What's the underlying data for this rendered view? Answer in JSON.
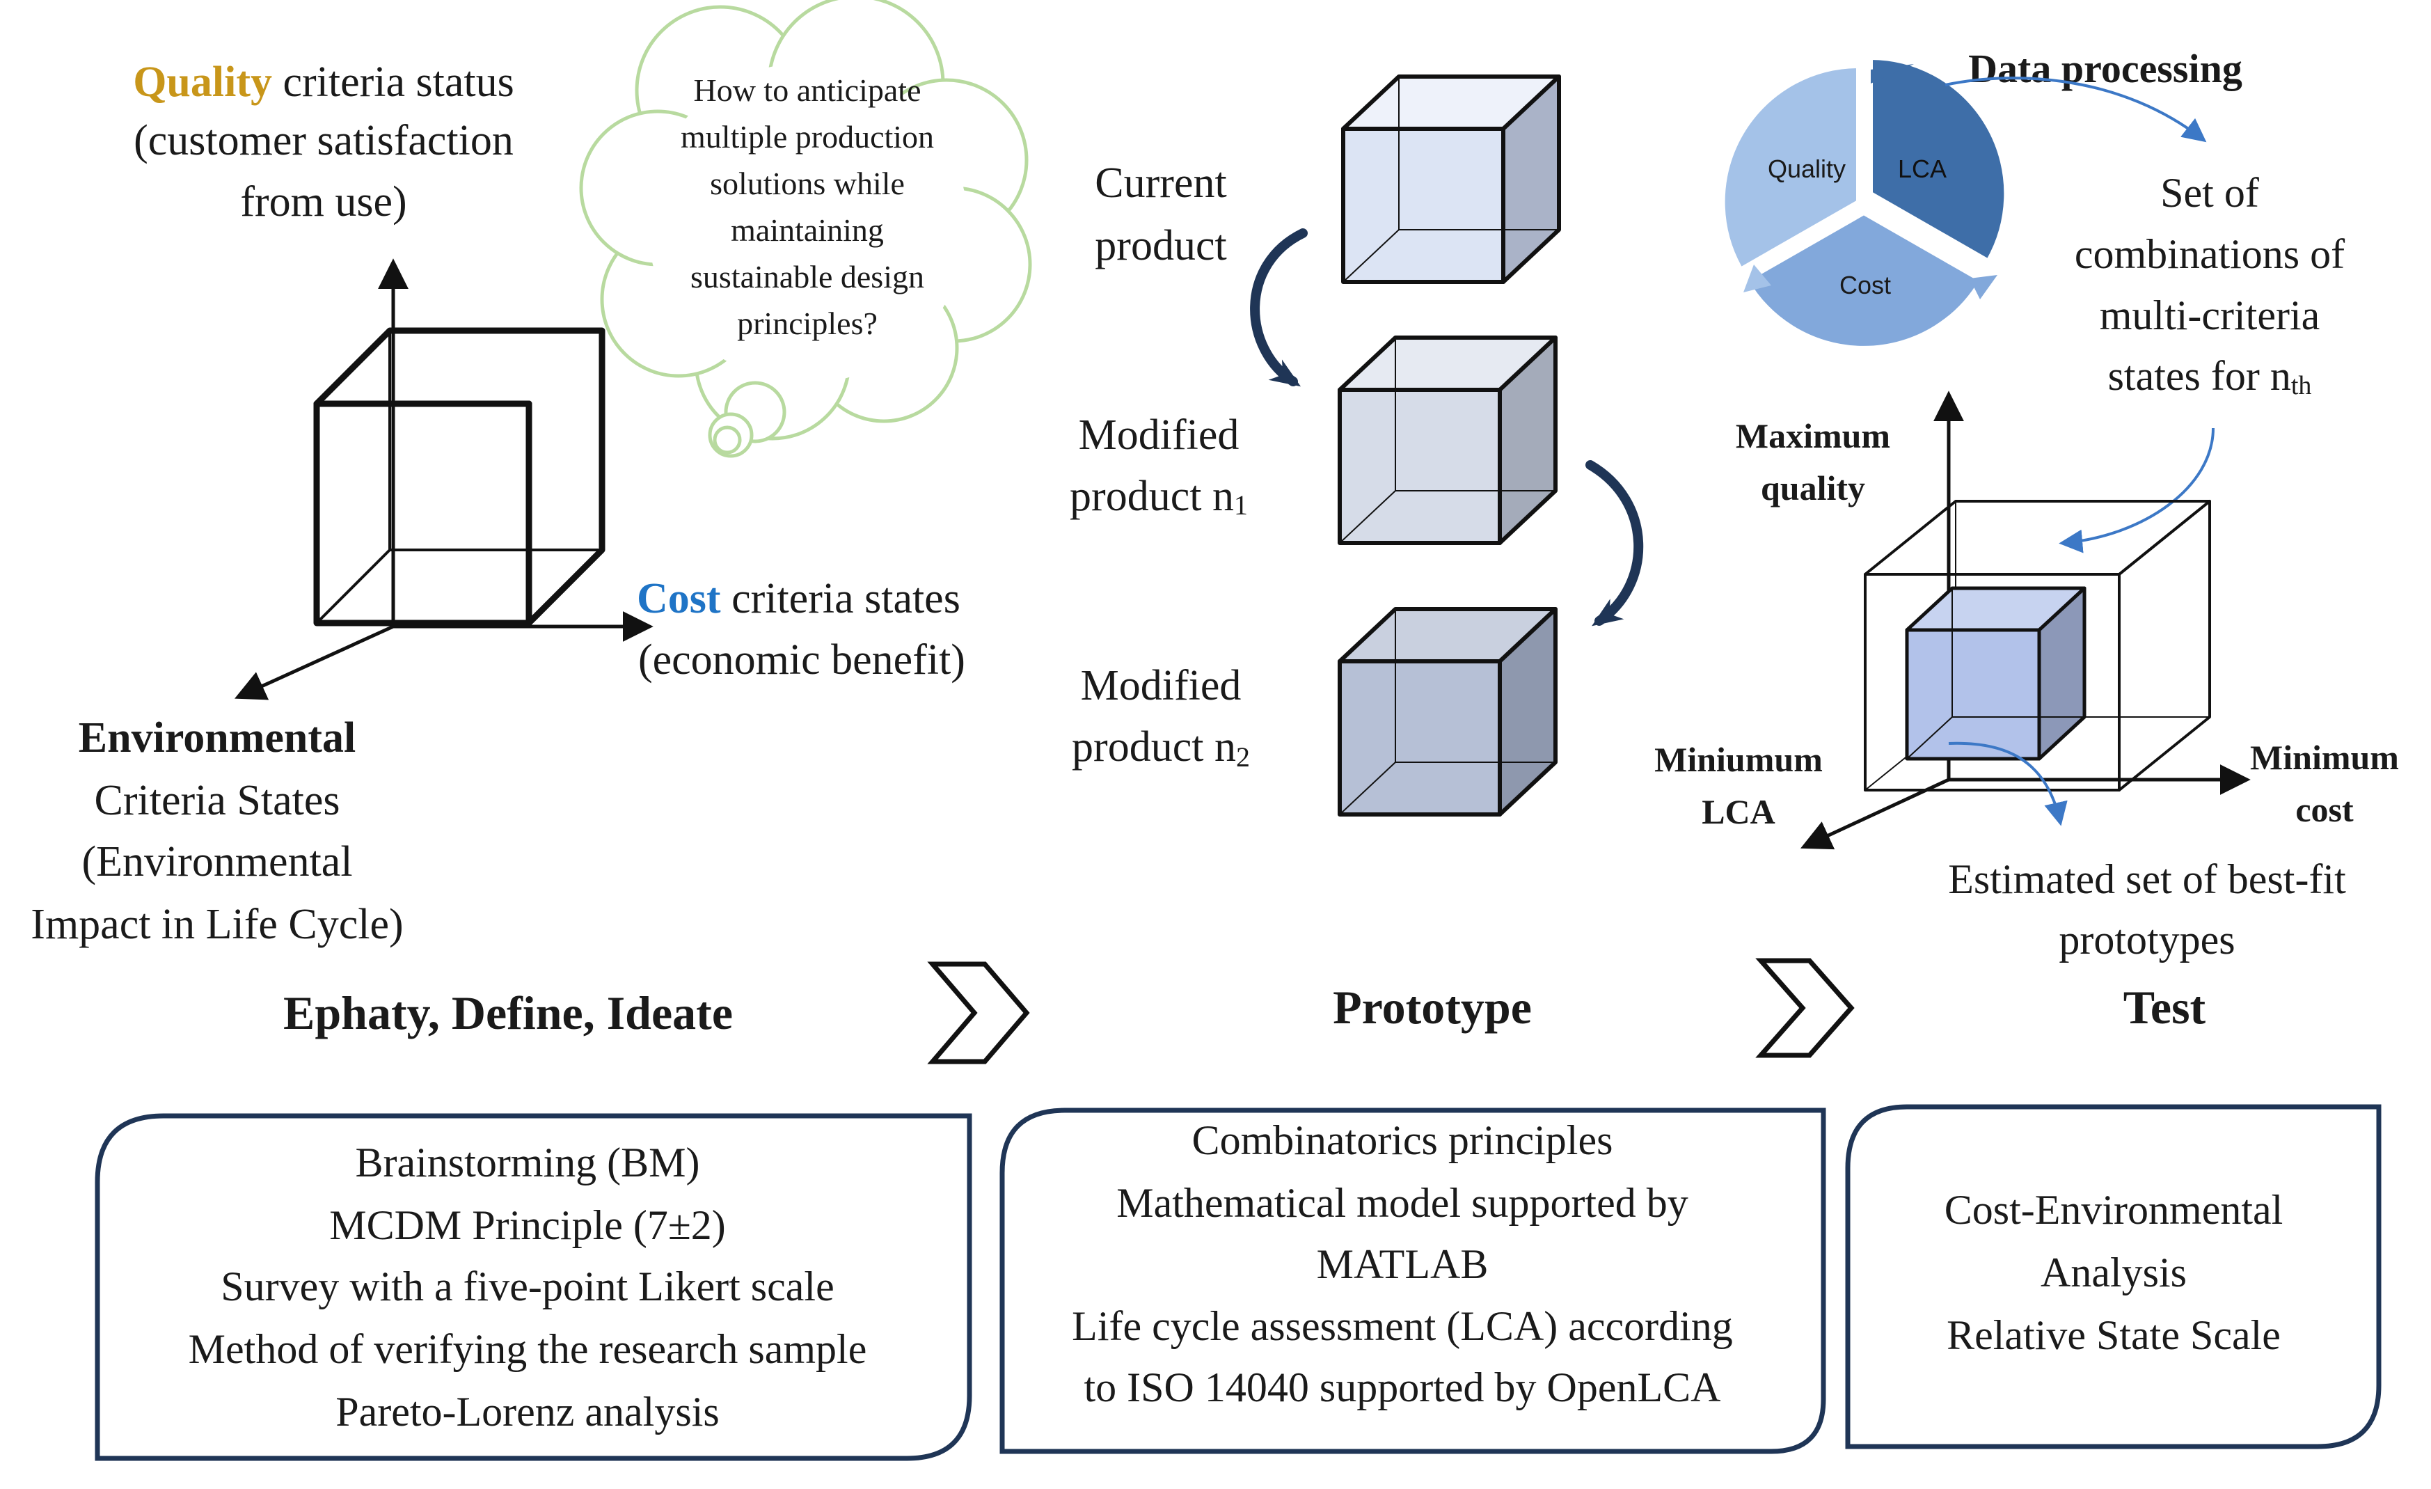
{
  "colors": {
    "quality": "#C8961A",
    "cost": "#1F74C6",
    "environmental": "#6FB244",
    "cloud_outline": "#B8DA9F",
    "box_border": "#1F3556",
    "cube_light": "#DCE4F3",
    "cube_mid": "#C7D1E6",
    "cube_dark": "#A9B7CF",
    "pie_light": "#9DBDE6",
    "pie_mid": "#7FA6DA",
    "pie_dark": "#3E6EA8"
  },
  "ideate": {
    "quality_word": "Quality",
    "quality_rest": " criteria status",
    "quality_line2": "(customer satisfaction",
    "quality_line3": "from use)",
    "cost_word": "Cost",
    "cost_rest": " criteria states",
    "cost_line2": "(economic benefit)",
    "env_word": "Environmental",
    "env_line2": "Criteria States",
    "env_line3": "(Environmental",
    "env_line4": "Impact in Life Cycle)",
    "thought_lines": [
      "How to anticipate",
      "multiple production",
      "solutions while",
      "maintaining",
      "sustainable design",
      "principles?"
    ]
  },
  "prototype": {
    "current_line1": "Current",
    "current_line2": "product",
    "n1_line1": "Modified",
    "n1_line2": "product n",
    "n1_sub": "1",
    "n2_line1": "Modified",
    "n2_line2": "product n",
    "n2_sub": "2"
  },
  "test": {
    "data_processing": "Data processing",
    "pie_labels": [
      "Quality",
      "LCA",
      "Cost"
    ],
    "set_lines": [
      "Set of",
      "combinations of",
      "multi-criteria",
      "states for n"
    ],
    "set_sub": "th",
    "max_quality_line1": "Maximum",
    "max_quality_line2": "quality",
    "min_lca_line1": "Miniumum",
    "min_lca_line2": "LCA",
    "min_cost_line1": "Minimum",
    "min_cost_line2": "cost",
    "estimated_line1": "Estimated set of best-fit",
    "estimated_line2": "prototypes"
  },
  "stages": {
    "stage1": "Ephaty, Define, Ideate",
    "stage2": "Prototype",
    "stage3": "Test"
  },
  "boxes": {
    "box1": [
      "Brainstorming (BM)",
      "MCDM Principle (7±2)",
      "Survey with a five-point Likert scale",
      "Method of verifying the research sample",
      "Pareto-Lorenz analysis"
    ],
    "box2": [
      "Combinatorics principles",
      "Mathematical model supported by",
      "MATLAB",
      "Life cycle assessment (LCA) according",
      "to ISO 14040 supported by OpenLCA"
    ],
    "box3": [
      "Cost-Environmental",
      "Analysis",
      "Relative State Scale"
    ]
  }
}
